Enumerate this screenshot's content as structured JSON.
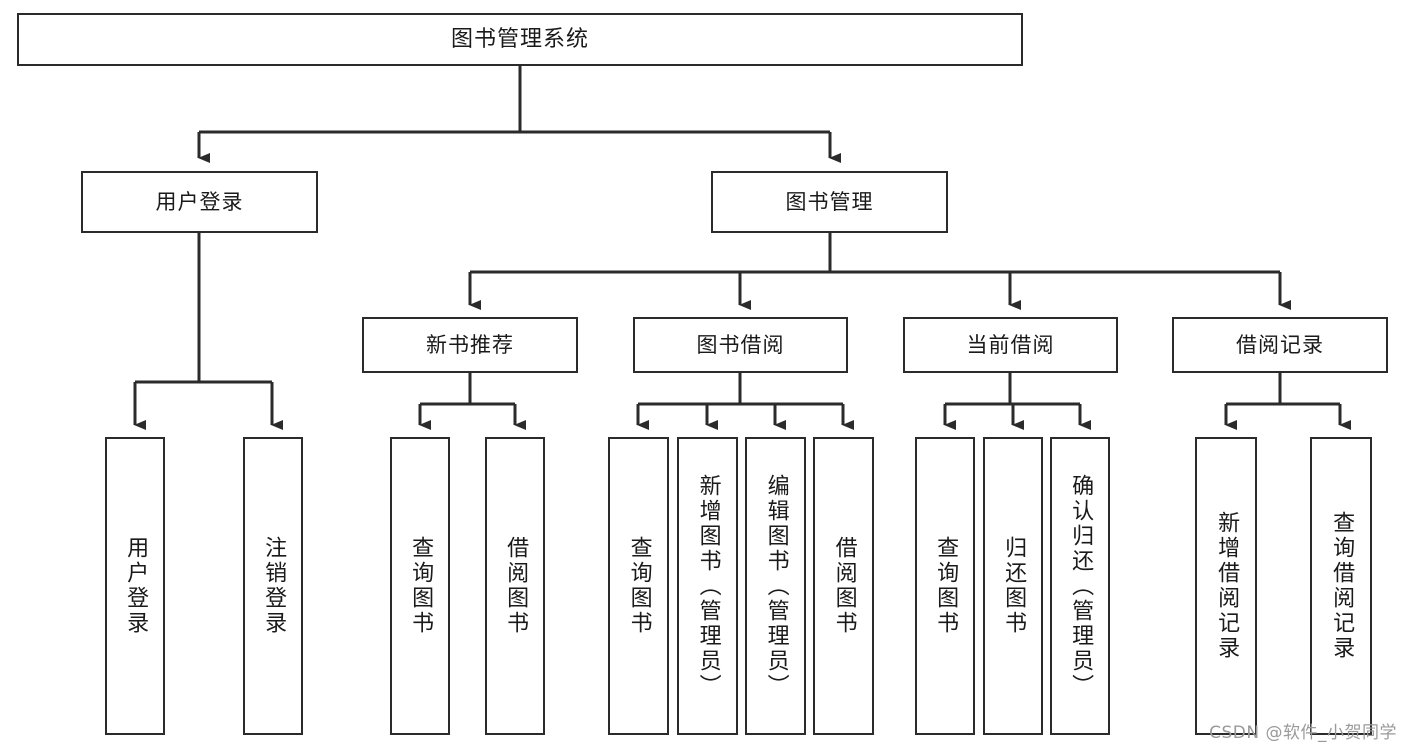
{
  "diagram": {
    "title": "图书管理系统",
    "watermark": "CSDN @软件_小贺同学",
    "colors": {
      "stroke": "#2b2b2b",
      "fill": "#ffffff",
      "text": "#1a1a1a",
      "watermark": "#9a9a9a"
    },
    "root": {
      "label": "图书管理系统"
    },
    "level2": [
      {
        "label": "用户登录"
      },
      {
        "label": "图书管理"
      }
    ],
    "level3": [
      {
        "label": "新书推荐"
      },
      {
        "label": "图书借阅"
      },
      {
        "label": "当前借阅"
      },
      {
        "label": "借阅记录"
      }
    ],
    "leaves": {
      "user_login": [
        {
          "label": "用户登录"
        },
        {
          "label": "注销登录"
        }
      ],
      "new_book_recommend": [
        {
          "label": "查询图书"
        },
        {
          "label": "借阅图书"
        }
      ],
      "book_borrow": [
        {
          "label": "查询图书"
        },
        {
          "label": "新增图书（管理员）"
        },
        {
          "label": "编辑图书（管理员）"
        },
        {
          "label": "借阅图书"
        }
      ],
      "current_borrow": [
        {
          "label": "查询图书"
        },
        {
          "label": "归还图书"
        },
        {
          "label": "确认归还（管理员）"
        }
      ],
      "borrow_record": [
        {
          "label": "新增借阅记录"
        },
        {
          "label": "查询借阅记录"
        }
      ]
    }
  }
}
